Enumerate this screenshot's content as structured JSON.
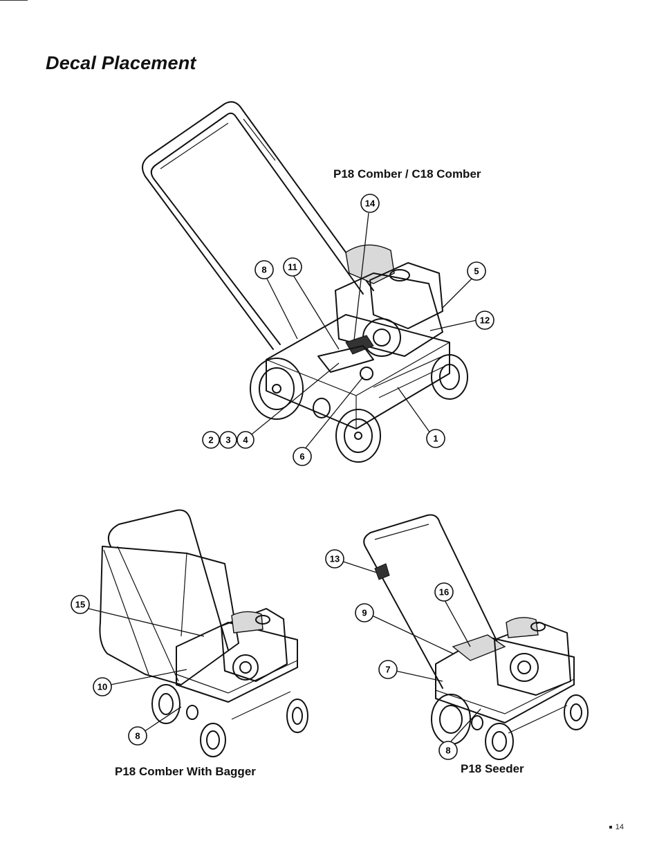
{
  "page": {
    "title": "Decal Placement",
    "page_number": "14"
  },
  "diagrams": [
    {
      "id": "main",
      "caption": "P18 Comber / C18 Comber",
      "callouts": [
        "1",
        "2",
        "3",
        "4",
        "5",
        "6",
        "8",
        "11",
        "12",
        "14"
      ]
    },
    {
      "id": "bagger",
      "caption": "P18 Comber  With Bagger",
      "callouts": [
        "8",
        "10",
        "15"
      ]
    },
    {
      "id": "seeder",
      "caption": "P18 Seeder",
      "callouts": [
        "7",
        "8",
        "9",
        "13",
        "16"
      ]
    }
  ],
  "colors": {
    "ink": "#111111",
    "paper": "#ffffff"
  }
}
